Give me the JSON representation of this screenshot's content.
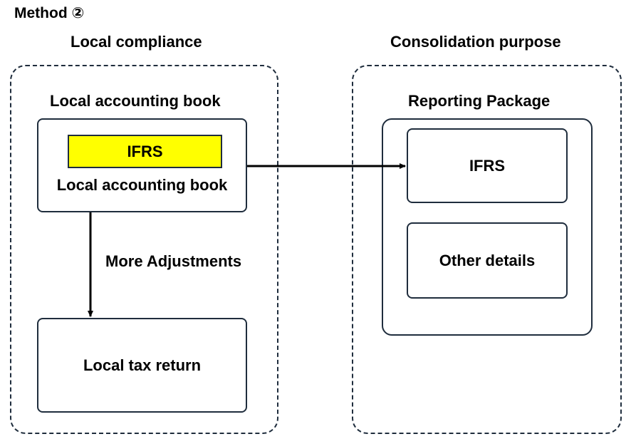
{
  "title": "Method ②",
  "left_panel": {
    "heading": "Local compliance",
    "book_heading": "Local accounting book",
    "ifrs_label": "IFRS",
    "book_label": "Local accounting book",
    "arrow_label": "More Adjustments",
    "tax_box_label": "Local tax return"
  },
  "right_panel": {
    "heading": "Consolidation purpose",
    "package_heading": "Reporting Package",
    "ifrs_box_label": "IFRS",
    "other_box_label": "Other details"
  },
  "colors": {
    "ifrs_highlight": "#ffff00",
    "border": "#1f2d3d"
  }
}
